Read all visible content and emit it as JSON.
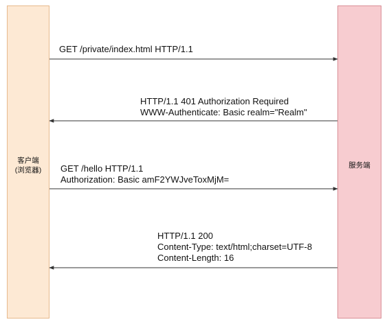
{
  "client": {
    "label_line1": "客户端",
    "label_line2": "(浏览器)"
  },
  "server": {
    "label": "服务端"
  },
  "messages": [
    {
      "direction": "client-to-server",
      "lines": [
        "GET /private/index.html HTTP/1.1"
      ]
    },
    {
      "direction": "server-to-client",
      "lines": [
        "HTTP/1.1 401 Authorization Required",
        "WWW-Authenticate: Basic realm=\"Realm\""
      ]
    },
    {
      "direction": "client-to-server",
      "lines": [
        "GET /hello HTTP/1.1",
        "Authorization: Basic amF2YWJveToxMjM="
      ]
    },
    {
      "direction": "server-to-client",
      "lines": [
        "HTTP/1.1 200",
        "Content-Type: text/html;charset=UTF-8",
        "Content-Length: 16"
      ]
    }
  ],
  "colors": {
    "client_fill": "#fde9d4",
    "server_fill": "#f7ccd0",
    "arrow": "#333333"
  }
}
